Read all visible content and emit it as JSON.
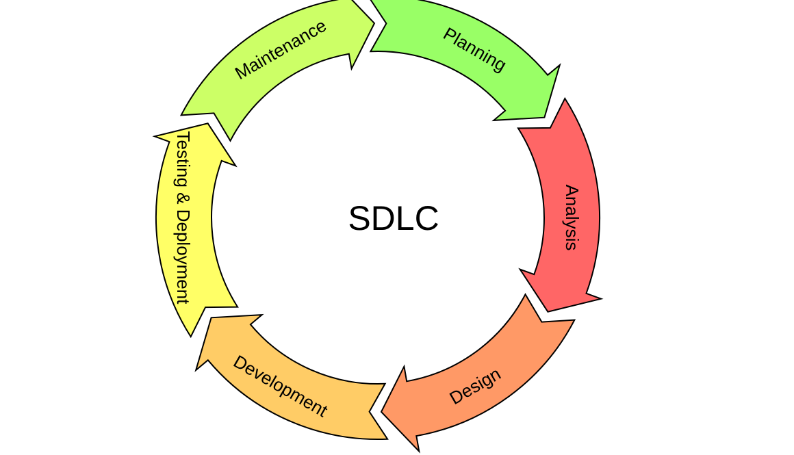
{
  "title": "SDLC",
  "phases": [
    {
      "label": "Planning",
      "color": "#99ff66"
    },
    {
      "label": "Analysis",
      "color": "#ff6666"
    },
    {
      "label": "Design",
      "color": "#ff9966"
    },
    {
      "label": "Development",
      "color": "#ffcc66"
    },
    {
      "label": "Testing & Deployment",
      "color": "#ffff66"
    },
    {
      "label": "Maintenance",
      "color": "#ccff66"
    }
  ]
}
